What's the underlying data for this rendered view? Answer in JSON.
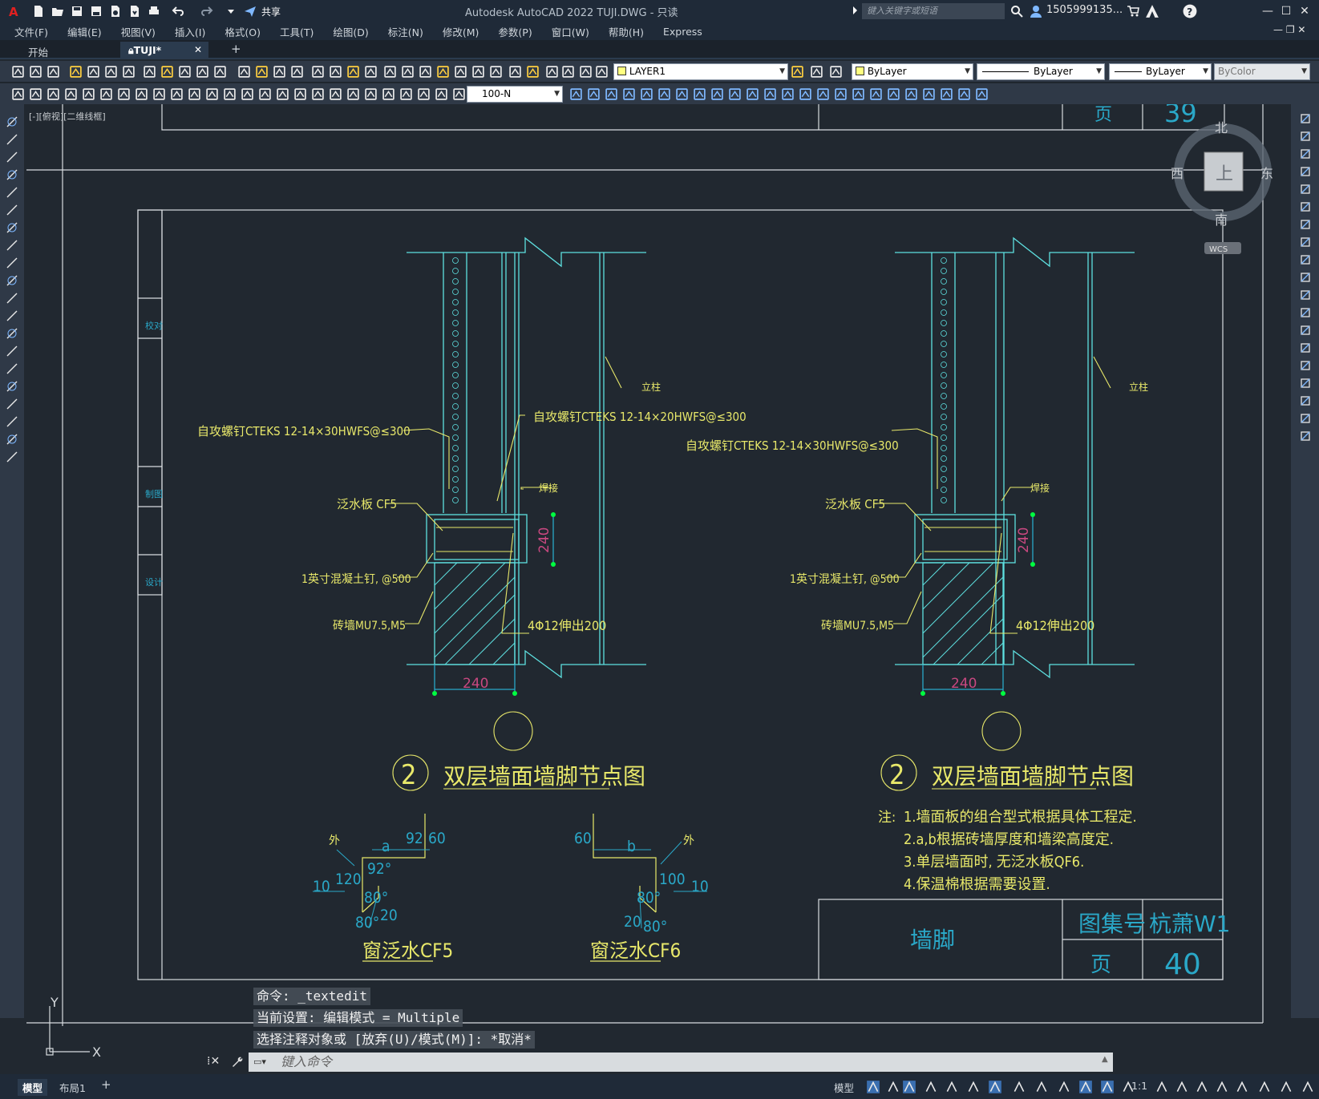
{
  "titlebar": {
    "share_label": "共享",
    "title": "Autodesk AutoCAD 2022    TUJI.DWG - 只读",
    "search_placeholder": "键入关键字或短语",
    "user": "1505999135..."
  },
  "menus": [
    "文件(F)",
    "编辑(E)",
    "视图(V)",
    "插入(I)",
    "格式(O)",
    "工具(T)",
    "绘图(D)",
    "标注(N)",
    "修改(M)",
    "参数(P)",
    "窗口(W)",
    "帮助(H)",
    "Express"
  ],
  "tabs": {
    "start": "开始",
    "file": "TUJI*"
  },
  "toolbar": {
    "layer": "LAYER1",
    "color": "ByLayer",
    "linetype": "ByLayer",
    "lineweight": "ByLayer",
    "plotstyle": "ByColor",
    "dimstyle": "100-N"
  },
  "viewport_label": "[-][俯视][二维线框]",
  "viewcube": {
    "north": "北",
    "south": "南",
    "east": "东",
    "west": "西",
    "top": "上",
    "wcs": "WCS"
  },
  "drawing": {
    "top_page_label": "页",
    "top_page_no": "39",
    "side_labels": [
      "校对",
      "制图",
      "设计"
    ],
    "details": [
      {
        "screw1": "自攻螺钉CTEKS 12-14×30HWFS@≤300",
        "screw2": "自攻螺钉CTEKS 12-14×20HWFS@≤300",
        "column": "立柱",
        "weld": "焊接",
        "flashing": "泛水板 CF5",
        "nail": "1英寸混凝土钉, @500",
        "brick": "砖墙MU7.5,M5",
        "rebar": "4Φ12伸出200",
        "dim_h": "240",
        "dim_w": "240",
        "num": "2",
        "title": "双层墙面墙脚节点图"
      },
      {
        "screw1": "自攻螺钉CTEKS 12-14×30HWFS@≤300",
        "column": "立柱",
        "weld": "焊接",
        "flashing": "泛水板 CF5",
        "nail": "1英寸混凝土钉, @500",
        "brick": "砖墙MU7.5,M5",
        "rebar": "4Φ12伸出200",
        "dim_h": "240",
        "dim_w": "240",
        "num": "2",
        "title": "双层墙面墙脚节点图"
      }
    ],
    "profile_cf5": {
      "out": "外",
      "a": "a",
      "d92": "92",
      "d60": "60",
      "ang92": "92°",
      "d120": "120",
      "d10": "10",
      "ang80a": "80°",
      "d20": "20",
      "ang80b": "80°",
      "caption": "窗泛水CF5"
    },
    "profile_cf6": {
      "out": "外",
      "b": "b",
      "d60": "60",
      "d100": "100",
      "d10": "10",
      "ang80a": "80°",
      "d20": "20",
      "ang80b": "80°",
      "caption": "窗泛水CF6"
    },
    "notes": {
      "prefix": "注:",
      "lines": [
        "1.墙面板的组合型式根据具体工程定.",
        "2.a,b根据砖墙厚度和墙梁高度定.",
        "3.单层墙面时, 无泛水板QF6.",
        "4.保温棉根据需要设置."
      ]
    },
    "titleblock": {
      "name": "墙脚",
      "atlas_label": "图集号",
      "atlas_no": "杭萧W1",
      "page_label": "页",
      "page_no": "40"
    },
    "ucs": {
      "x": "X",
      "y": "Y"
    }
  },
  "command": {
    "line1": "命令: _textedit",
    "line2": "当前设置: 编辑模式 = Multiple",
    "line3": "选择注释对象或 [放弃(U)/模式(M)]: *取消*",
    "placeholder": "键入命令"
  },
  "statusbar": {
    "model_tab": "模型",
    "layout_tab": "布局1",
    "model_btn": "模型",
    "scale": "1:1"
  },
  "colors": {
    "cyan": "#5ee0e0",
    "yellow": "#e8e86a",
    "green": "#00ff40",
    "teal": "#2aa8c8",
    "frame": "#d8dcdf"
  }
}
